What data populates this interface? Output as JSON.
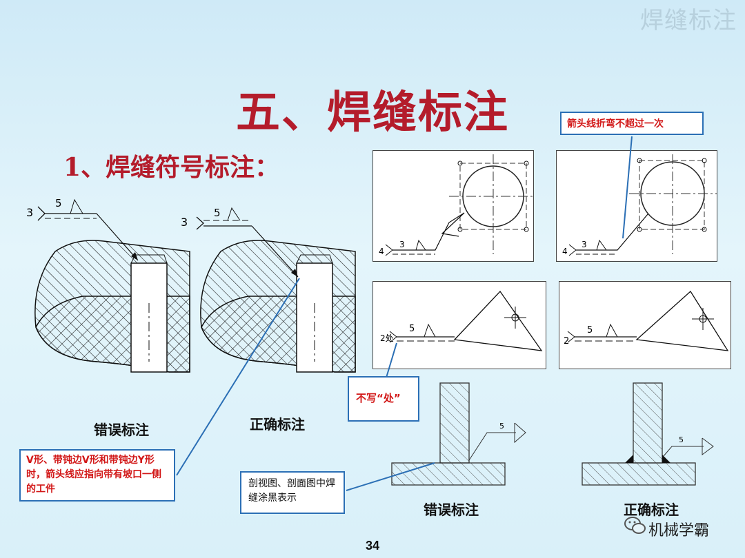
{
  "watermark": "焊缝标注",
  "title": "五、焊缝标注",
  "subtitle": "1、焊缝符号标注：",
  "left_figures": {
    "wrong": {
      "dim_side": "3",
      "dim_top": "5",
      "caption": "错误标注"
    },
    "right": {
      "dim_side": "3",
      "dim_top": "5",
      "caption": "正确标注"
    }
  },
  "callouts": {
    "arrow_bend": "箭头线折弯不超过一次",
    "no_chu": "不写“处”",
    "v_groove": "V形、带钝边V形和带钝边Y形时，箭头线应指向带有坡口一侧的工件",
    "section_black": "剖视图、剖面图中焊缝涂黑表示"
  },
  "panels": {
    "top_left": {
      "num1": "4",
      "num2": "3"
    },
    "top_right": {
      "num1": "4",
      "num2": "3"
    },
    "mid_left": {
      "num1": "2处",
      "num2": "5"
    },
    "mid_right": {
      "num1": "2",
      "num2": "5"
    }
  },
  "tjoints": {
    "wrong": {
      "dim": "5",
      "caption": "错误标注"
    },
    "right": {
      "dim": "5",
      "caption": "正确标注"
    }
  },
  "page_number": "34",
  "logo": {
    "text": "机械学霸",
    "icon": "wechat-icon"
  },
  "colors": {
    "title": "#b41c2b",
    "callout_border": "#2b6fb5",
    "callout_text": "#d21818"
  }
}
